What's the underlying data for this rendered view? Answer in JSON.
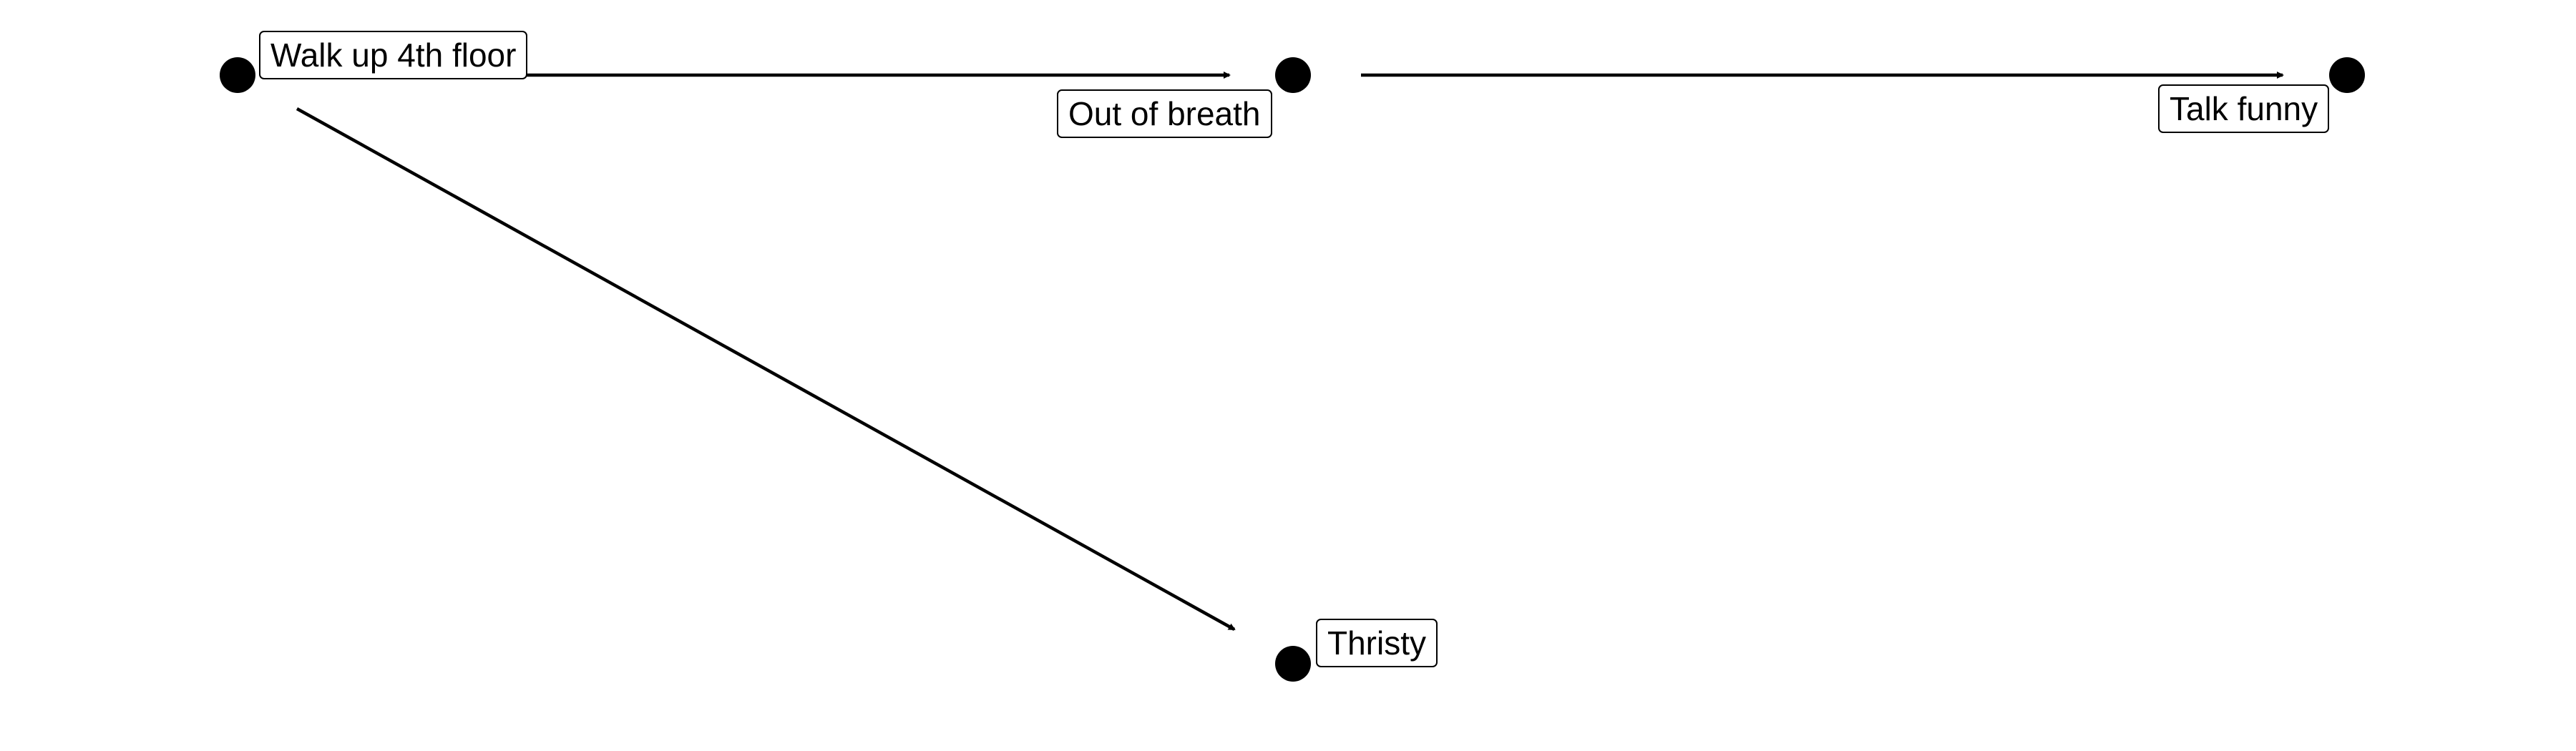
{
  "diagram": {
    "nodes": [
      {
        "id": "walk",
        "label": "Walk up 4th floor"
      },
      {
        "id": "breath",
        "label": "Out of breath"
      },
      {
        "id": "funny",
        "label": "Talk funny"
      },
      {
        "id": "thirsty",
        "label": "Thristy"
      }
    ],
    "edges": [
      {
        "from": "walk",
        "to": "breath"
      },
      {
        "from": "breath",
        "to": "funny"
      },
      {
        "from": "walk",
        "to": "thirsty"
      }
    ],
    "colors": {
      "edge": "#000000",
      "node": "#000000",
      "label_border": "#000000"
    }
  }
}
